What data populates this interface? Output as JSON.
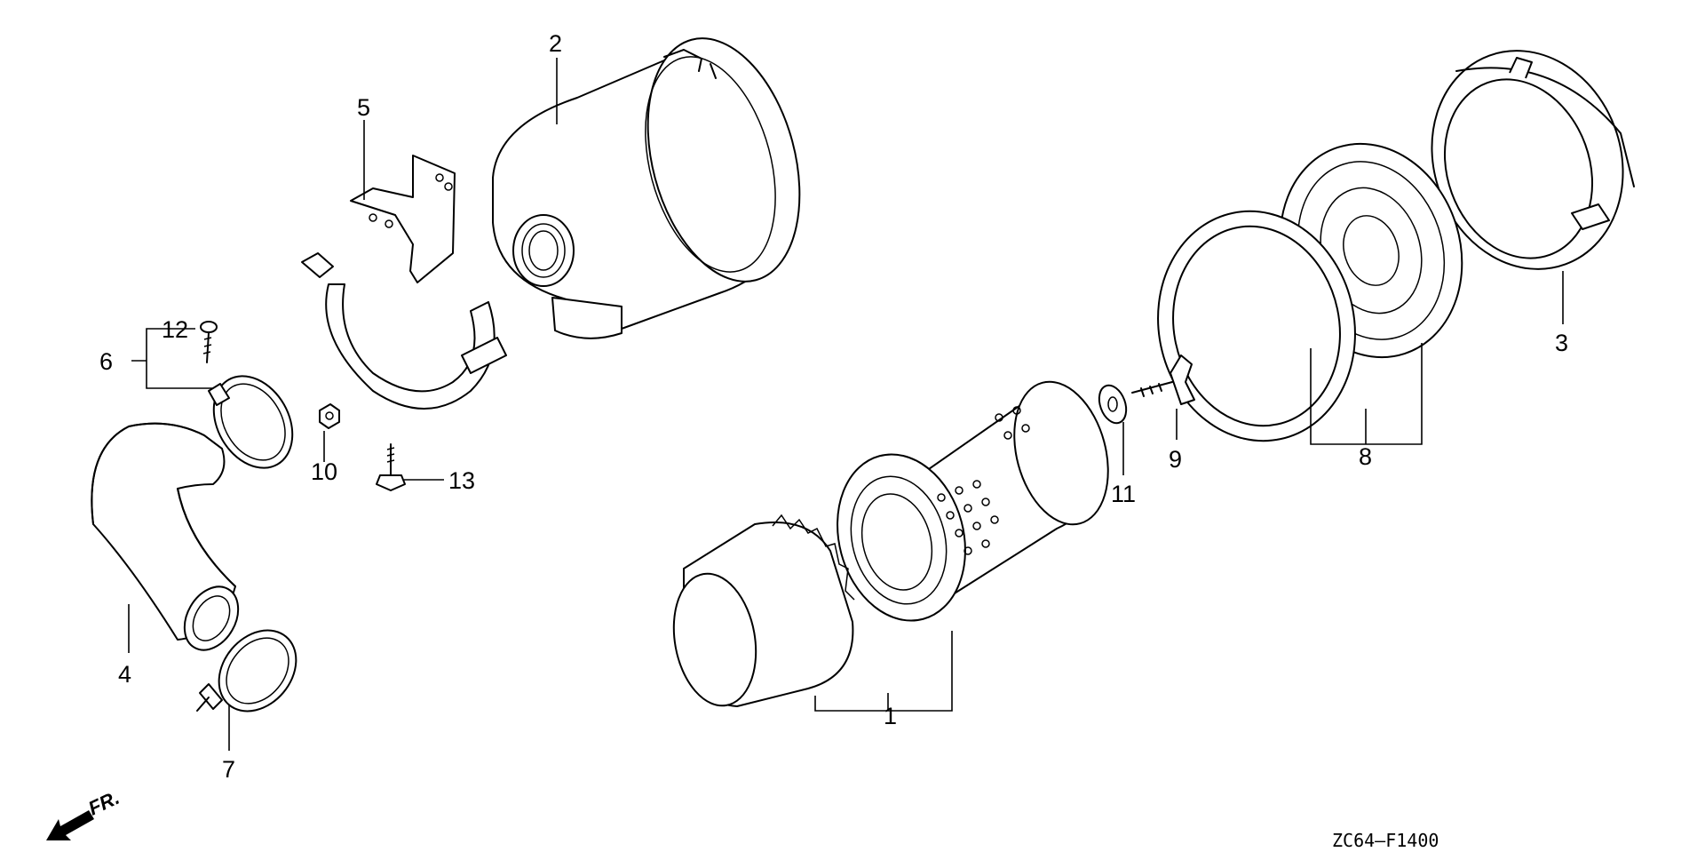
{
  "diagram": {
    "callouts": [
      {
        "id": "c1",
        "label": "1"
      },
      {
        "id": "c2",
        "label": "2"
      },
      {
        "id": "c3",
        "label": "3"
      },
      {
        "id": "c4",
        "label": "4"
      },
      {
        "id": "c5",
        "label": "5"
      },
      {
        "id": "c6",
        "label": "6"
      },
      {
        "id": "c7",
        "label": "7"
      },
      {
        "id": "c8",
        "label": "8"
      },
      {
        "id": "c9",
        "label": "9"
      },
      {
        "id": "c10",
        "label": "10"
      },
      {
        "id": "c11",
        "label": "11"
      },
      {
        "id": "c12",
        "label": "12"
      },
      {
        "id": "c13",
        "label": "13"
      }
    ],
    "front_marker": "FR.",
    "figure_code": "ZC64–F1400"
  }
}
